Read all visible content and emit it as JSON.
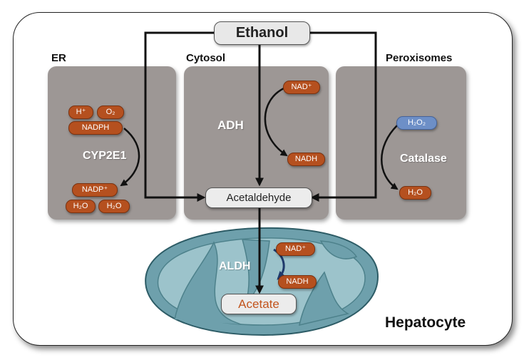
{
  "substrate": "Ethanol",
  "intermediate": "Acetaldehyde",
  "product": "Acetate",
  "cell_label": "Hepatocyte",
  "er": {
    "label": "ER",
    "enzyme": "CYP2E1",
    "h_plus": "H⁺",
    "o2": "O₂",
    "nadph": "NADPH",
    "nadp_plus": "NADP⁺",
    "h2o_1": "H₂O",
    "h2o_2": "H₂O"
  },
  "cytosol": {
    "label": "Cytosol",
    "enzyme": "ADH",
    "nad_plus": "NAD⁺",
    "nadh": "NADH"
  },
  "peroxisomes": {
    "label": "Peroxisomes",
    "enzyme": "Catalase",
    "h2o2": "H₂O₂",
    "h2o": "H₂O"
  },
  "mitochondrion": {
    "enzyme": "ALDH",
    "nad_plus": "NAD⁺",
    "nadh": "NADH"
  },
  "colors": {
    "cofactor_orange": "#b5501f",
    "h2o2_blue": "#6d8fc7",
    "compartment_gray": "#9d9795",
    "mito_outer": "#6ea0ac",
    "mito_inner": "#9cc3cb",
    "acetate_text": "#c2551d"
  }
}
